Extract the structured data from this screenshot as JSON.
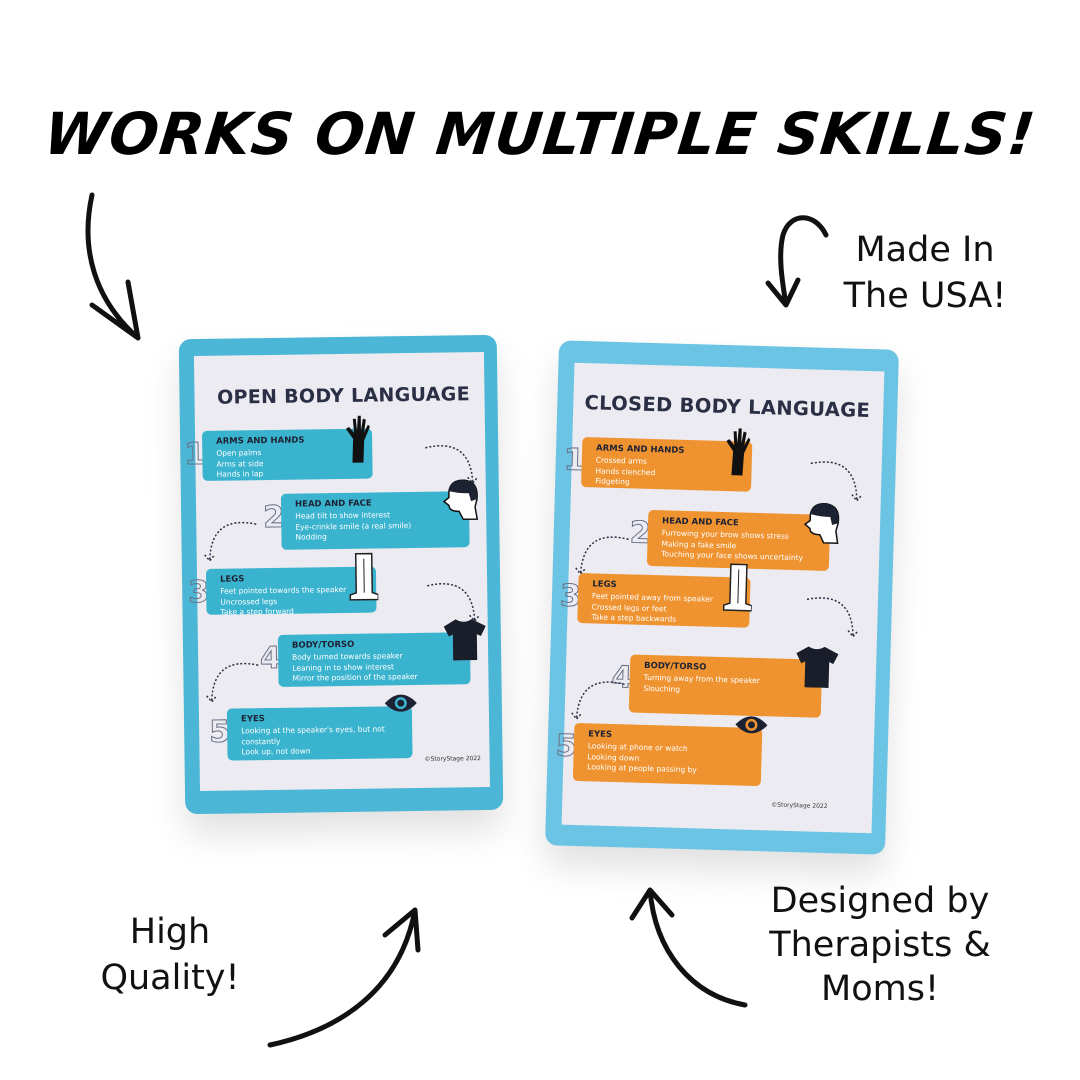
{
  "headline": "WORKS ON MULTIPLE SKILLS!",
  "callouts": {
    "made_in": [
      "Made In",
      "The USA!"
    ],
    "high_quality": [
      "High",
      "Quality!"
    ],
    "designed": [
      "Designed by",
      "Therapists &",
      "Moms!"
    ]
  },
  "colors": {
    "card_border": "#4fb9d9",
    "open_box": "#3ab3cf",
    "closed_box": "#ef9330",
    "card_bg": "#ecebf1",
    "text_dark": "#2a2f45"
  },
  "cards": [
    {
      "title": "OPEN BODY LANGUAGE",
      "copyright": "©StoryStage 2022",
      "items": [
        {
          "num": "1",
          "heading": "ARMS AND HANDS",
          "lines": [
            "Open palms",
            "Arms at side",
            "Hands in lap"
          ],
          "icon": "hand-icon"
        },
        {
          "num": "2",
          "heading": "HEAD AND FACE",
          "lines": [
            "Head tilt to show interest",
            "Eye-crinkle smile (a real smile)",
            "Nodding"
          ],
          "icon": "head-icon"
        },
        {
          "num": "3",
          "heading": "LEGS",
          "lines": [
            "Feet pointed towards the speaker",
            "Uncrossed legs",
            "Take a step forward"
          ],
          "icon": "legs-icon"
        },
        {
          "num": "4",
          "heading": "BODY/TORSO",
          "lines": [
            "Body turned towards speaker",
            "Leaning in to show interest",
            "Mirror the position of the speaker"
          ],
          "icon": "tshirt-icon"
        },
        {
          "num": "5",
          "heading": "EYES",
          "lines": [
            "Looking at the speaker's eyes, but not constantly",
            "Look up, not down"
          ],
          "icon": "eye-icon"
        }
      ]
    },
    {
      "title": "CLOSED BODY LANGUAGE",
      "copyright": "©StoryStage 2022",
      "items": [
        {
          "num": "1",
          "heading": "ARMS AND HANDS",
          "lines": [
            "Crossed arms",
            "Hands clenched",
            "Fidgeting"
          ],
          "icon": "hand-icon"
        },
        {
          "num": "2",
          "heading": "HEAD AND FACE",
          "lines": [
            "Furrowing your brow shows stress",
            "Making a fake smile",
            "Touching your face shows uncertainty"
          ],
          "icon": "head-icon"
        },
        {
          "num": "3",
          "heading": "LEGS",
          "lines": [
            "Feet pointed away from speaker",
            "Crossed legs or feet",
            "Take a step backwards"
          ],
          "icon": "legs-icon"
        },
        {
          "num": "4",
          "heading": "BODY/TORSO",
          "lines": [
            "Turning away from the speaker",
            "Slouching"
          ],
          "icon": "tshirt-icon"
        },
        {
          "num": "5",
          "heading": "EYES",
          "lines": [
            "Looking at phone or watch",
            "Looking down",
            "Looking at people passing by"
          ],
          "icon": "eye-icon"
        }
      ]
    }
  ]
}
